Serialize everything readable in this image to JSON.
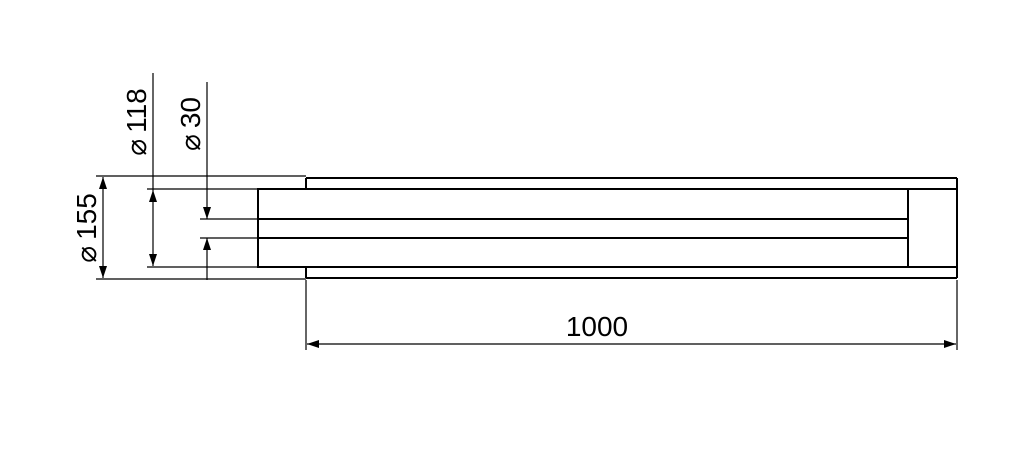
{
  "drawing": {
    "dimensions": {
      "length": "1000",
      "outer_diameter": "155",
      "middle_diameter": "118",
      "inner_diameter": "30",
      "diameter_symbol": "⌀"
    }
  }
}
